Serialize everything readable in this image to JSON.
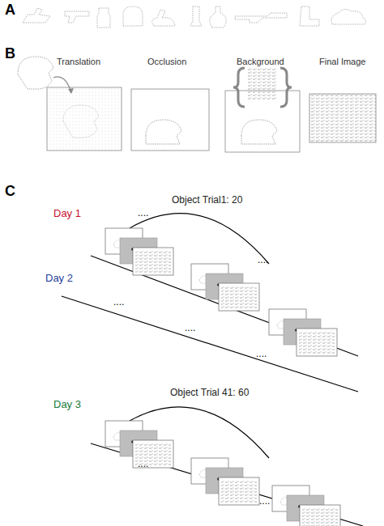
{
  "diagram": {
    "labels": [
      "A",
      "B",
      "Translation",
      "Occlusion",
      "Background",
      "Final Image",
      "C",
      "Day 1",
      "Object Trial1: 20",
      "....",
      "....",
      "Day 2",
      "....",
      "....",
      "....",
      "Day 3",
      "Object Trial 41: 60",
      "....",
      "...."
    ]
  }
}
